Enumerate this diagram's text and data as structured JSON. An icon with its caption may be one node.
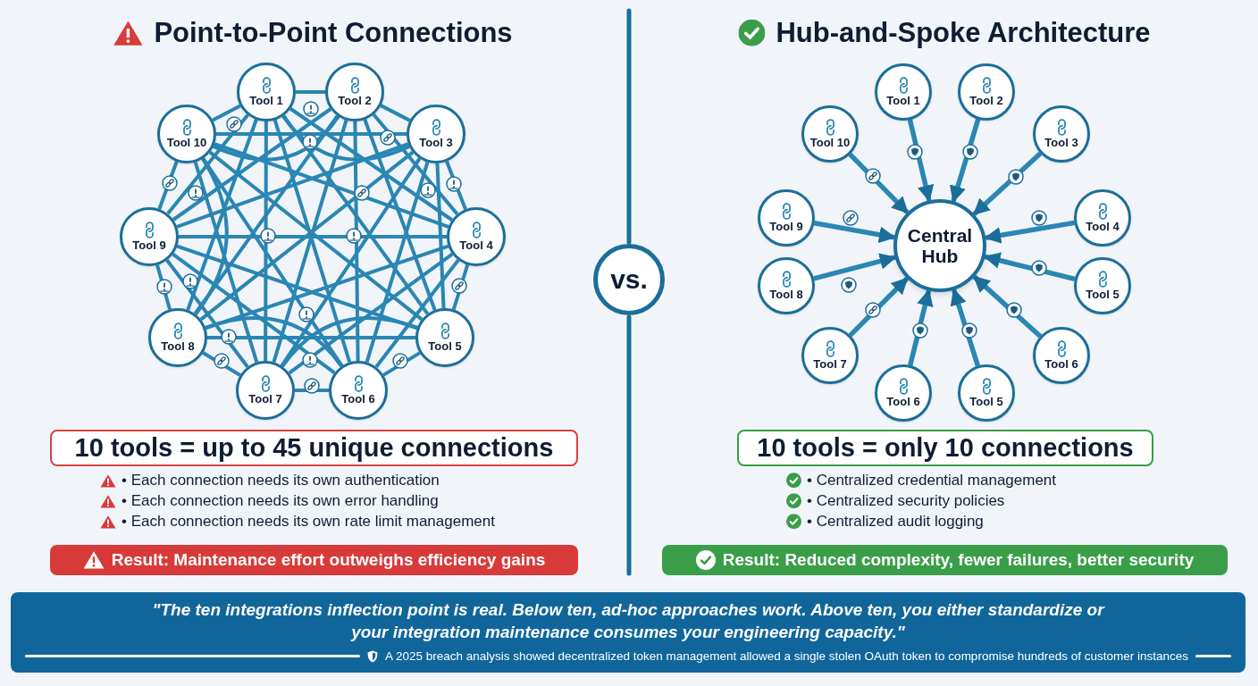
{
  "diagram": {
    "nodes": [
      {
        "text": [
          "Tool 1"
        ]
      },
      {
        "text": [
          "Tool 2"
        ]
      },
      {
        "text": [
          "Tool 3"
        ]
      },
      {
        "text": [
          "Tool 4"
        ]
      },
      {
        "text": [
          "Tool 5"
        ]
      },
      {
        "text": [
          "Tool 6"
        ]
      },
      {
        "text": [
          "Tool 7"
        ]
      },
      {
        "text": [
          "Tool 8"
        ]
      },
      {
        "text": [
          "Tool 9"
        ]
      },
      {
        "text": [
          "Tool 10"
        ]
      },
      {
        "text": [
          "Central Hub"
        ]
      },
      {
        "text": [
          "Tool 1"
        ]
      },
      {
        "text": [
          "Tool 2"
        ]
      },
      {
        "text": [
          "Tool 3"
        ]
      },
      {
        "text": [
          "Tool 4"
        ]
      },
      {
        "text": [
          "Tool 5"
        ]
      },
      {
        "text": [
          "Tool 6"
        ]
      },
      {
        "text": [
          "Tool 5"
        ]
      },
      {
        "text": [
          "Tool 6"
        ]
      },
      {
        "text": [
          "Tool 7"
        ]
      },
      {
        "text": [
          "Tool 8"
        ]
      },
      {
        "text": [
          "Tool 9"
        ]
      },
      {
        "text": [
          "Tool 10"
        ]
      },
      {
        "text": [
          "vs."
        ]
      },
      {
        "text": [
          "10 tools = up to 45 unique connections"
        ]
      },
      {
        "text": [
          "Result: Maintenance effort outweighs efficiency gains"
        ]
      },
      {
        "text": [
          "10 tools = only 10 connections"
        ]
      },
      {
        "text": [
          "Result: Reduced complexity, fewer failures, better security"
        ]
      },
      {
        "text": [
          "\"The ten integrations inflection point is real. Below ten, ad-hoc approaches work. Above ten, you either standardize or your integration maintenance consumes your engineering capacity.\"",
          "A 2025 breach analysis showed decentralized token management allowed a single stolen OAuth token to compromise hundreds of customer instances"
        ]
      }
    ],
    "edges": [
      {
        "from": 0,
        "to": 1,
        "arrow": "none"
      },
      {
        "from": 0,
        "to": 2,
        "arrow": "none"
      },
      {
        "from": 0,
        "to": 3,
        "arrow": "none"
      },
      {
        "from": 0,
        "to": 4,
        "arrow": "none"
      },
      {
        "from": 0,
        "to": 5,
        "arrow": "none"
      },
      {
        "from": 0,
        "to": 6,
        "arrow": "none"
      },
      {
        "from": 0,
        "to": 7,
        "arrow": "none"
      },
      {
        "from": 0,
        "to": 8,
        "arrow": "none"
      },
      {
        "from": 0,
        "to": 9,
        "arrow": "none"
      },
      {
        "from": 1,
        "to": 2,
        "arrow": "none"
      },
      {
        "from": 1,
        "to": 3,
        "arrow": "none"
      },
      {
        "from": 1,
        "to": 4,
        "arrow": "none"
      },
      {
        "from": 1,
        "to": 5,
        "arrow": "none"
      },
      {
        "from": 1,
        "to": 6,
        "arrow": "none"
      },
      {
        "from": 1,
        "to": 7,
        "arrow": "none"
      },
      {
        "from": 1,
        "to": 8,
        "arrow": "none"
      },
      {
        "from": 1,
        "to": 9,
        "arrow": "none"
      },
      {
        "from": 2,
        "to": 3,
        "arrow": "none"
      },
      {
        "from": 2,
        "to": 4,
        "arrow": "none"
      },
      {
        "from": 2,
        "to": 5,
        "arrow": "none"
      },
      {
        "from": 2,
        "to": 6,
        "arrow": "none"
      },
      {
        "from": 2,
        "to": 7,
        "arrow": "none"
      },
      {
        "from": 2,
        "to": 8,
        "arrow": "none"
      },
      {
        "from": 2,
        "to": 9,
        "arrow": "none"
      },
      {
        "from": 3,
        "to": 4,
        "arrow": "none"
      },
      {
        "from": 3,
        "to": 5,
        "arrow": "none"
      },
      {
        "from": 3,
        "to": 6,
        "arrow": "none"
      },
      {
        "from": 3,
        "to": 7,
        "arrow": "none"
      },
      {
        "from": 3,
        "to": 8,
        "arrow": "none"
      },
      {
        "from": 3,
        "to": 9,
        "arrow": "none"
      },
      {
        "from": 4,
        "to": 5,
        "arrow": "none"
      },
      {
        "from": 4,
        "to": 6,
        "arrow": "none"
      },
      {
        "from": 4,
        "to": 7,
        "arrow": "none"
      },
      {
        "from": 4,
        "to": 8,
        "arrow": "none"
      },
      {
        "from": 4,
        "to": 9,
        "arrow": "none"
      },
      {
        "from": 5,
        "to": 6,
        "arrow": "none"
      },
      {
        "from": 5,
        "to": 7,
        "arrow": "none"
      },
      {
        "from": 5,
        "to": 8,
        "arrow": "none"
      },
      {
        "from": 5,
        "to": 9,
        "arrow": "none"
      },
      {
        "from": 6,
        "to": 7,
        "arrow": "none"
      },
      {
        "from": 6,
        "to": 8,
        "arrow": "none"
      },
      {
        "from": 6,
        "to": 9,
        "arrow": "none"
      },
      {
        "from": 7,
        "to": 8,
        "arrow": "none"
      },
      {
        "from": 7,
        "to": 9,
        "arrow": "none"
      },
      {
        "from": 8,
        "to": 9,
        "arrow": "none"
      },
      {
        "from": 11,
        "to": 10,
        "arrow": "to"
      },
      {
        "from": 12,
        "to": 10,
        "arrow": "to"
      },
      {
        "from": 13,
        "to": 10,
        "arrow": "to"
      },
      {
        "from": 14,
        "to": 10,
        "arrow": "to"
      },
      {
        "from": 15,
        "to": 10,
        "arrow": "to"
      },
      {
        "from": 16,
        "to": 10,
        "arrow": "to"
      },
      {
        "from": 17,
        "to": 10,
        "arrow": "to"
      },
      {
        "from": 18,
        "to": 10,
        "arrow": "to"
      },
      {
        "from": 19,
        "to": 10,
        "arrow": "to"
      },
      {
        "from": 20,
        "to": 10,
        "arrow": "to"
      },
      {
        "from": 21,
        "to": 10,
        "arrow": "to"
      },
      {
        "from": 22,
        "to": 10,
        "arrow": "to"
      }
    ],
    "labels": [
      "Point-to-Point Connections",
      "Hub-and-Spoke Architecture",
      "• Each connection needs its own authentication",
      "• Each connection needs its own error handling",
      "• Each connection needs its own rate limit management",
      "• Centralized credential management",
      "• Centralized security policies",
      "• Centralized audit logging"
    ]
  }
}
